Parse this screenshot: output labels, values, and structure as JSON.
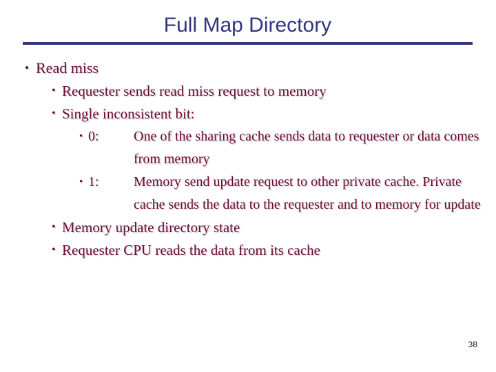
{
  "slide": {
    "title": "Full Map Directory",
    "page_number": "38",
    "colors": {
      "title": "#333380",
      "rule": "#333380",
      "body_text": "#6B0A33",
      "background": "#FFFFFF",
      "page_number": "#1A1A1A"
    },
    "bullet_glyph": "•"
  },
  "content": {
    "level1": {
      "bullet": "•",
      "text": "Read miss"
    },
    "level2_a": {
      "bullet": "•",
      "text": "Requester sends read miss request to memory"
    },
    "level2_b": {
      "bullet": "•",
      "text": "Single inconsistent bit:"
    },
    "level3_zero": {
      "bullet": "•",
      "label": "0:",
      "text": "One of the sharing cache sends data to requester or data comes from memory"
    },
    "level3_one": {
      "bullet": "•",
      "label": "1:",
      "text": "Memory send update request to other private cache. Private cache sends the data to the requester and to memory for update"
    },
    "level2_c": {
      "bullet": "•",
      "text": "Memory update directory state"
    },
    "level2_d": {
      "bullet": "•",
      "text": "Requester CPU reads the data from its cache"
    }
  }
}
